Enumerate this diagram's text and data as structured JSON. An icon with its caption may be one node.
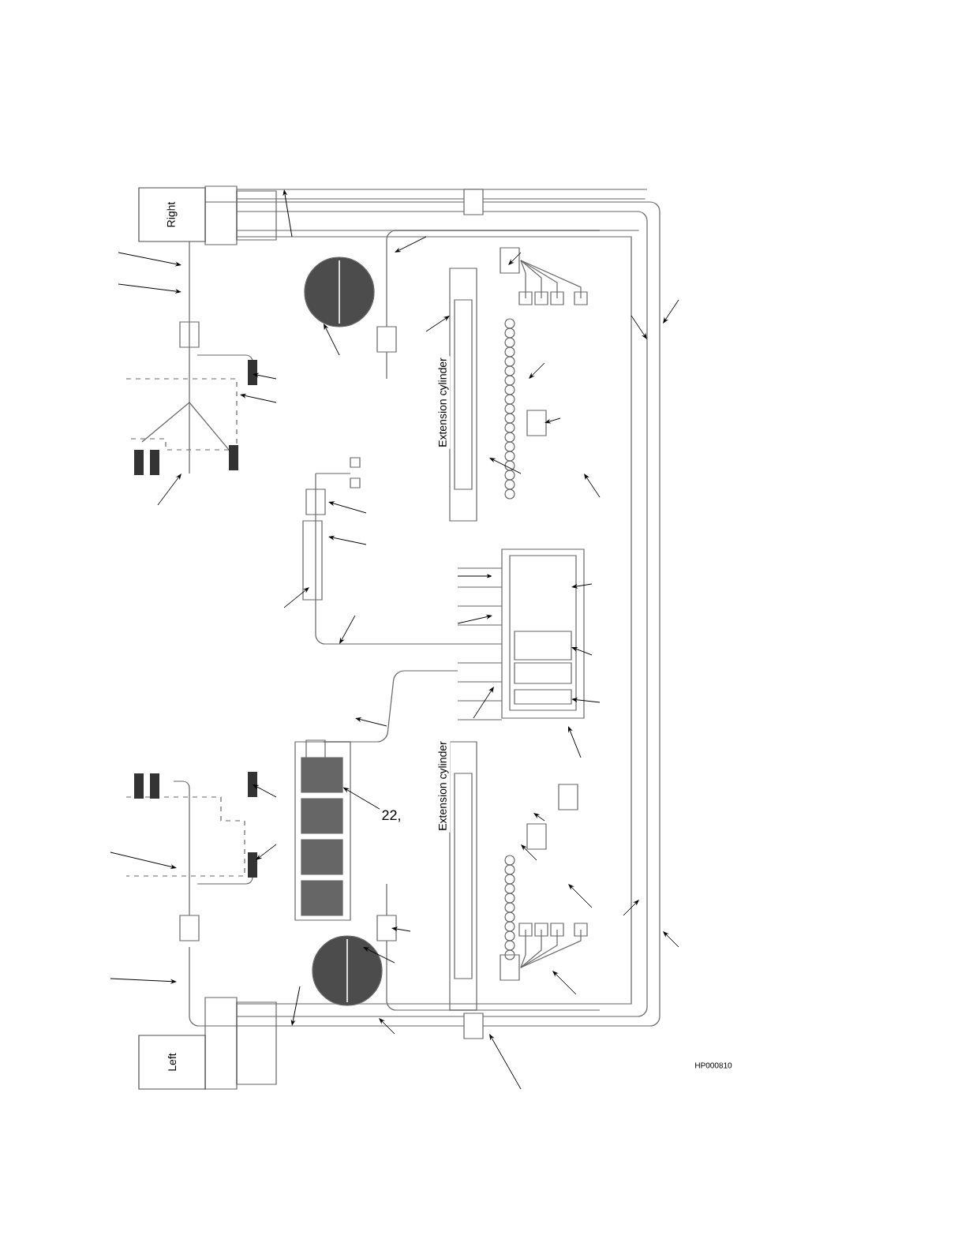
{
  "diagram": {
    "nodes": [
      {
        "text": [
          "Right"
        ]
      },
      {
        "text": [
          "Left"
        ]
      },
      {
        "text": [
          "22,"
        ]
      },
      {
        "text": [],
        "shape": "box"
      }
    ],
    "edges": [
      {
        "from": 2,
        "to": 3,
        "arrow": "to"
      }
    ],
    "labels": [
      "Extension cylinder",
      "Extension cylinder",
      "HP000810"
    ]
  }
}
